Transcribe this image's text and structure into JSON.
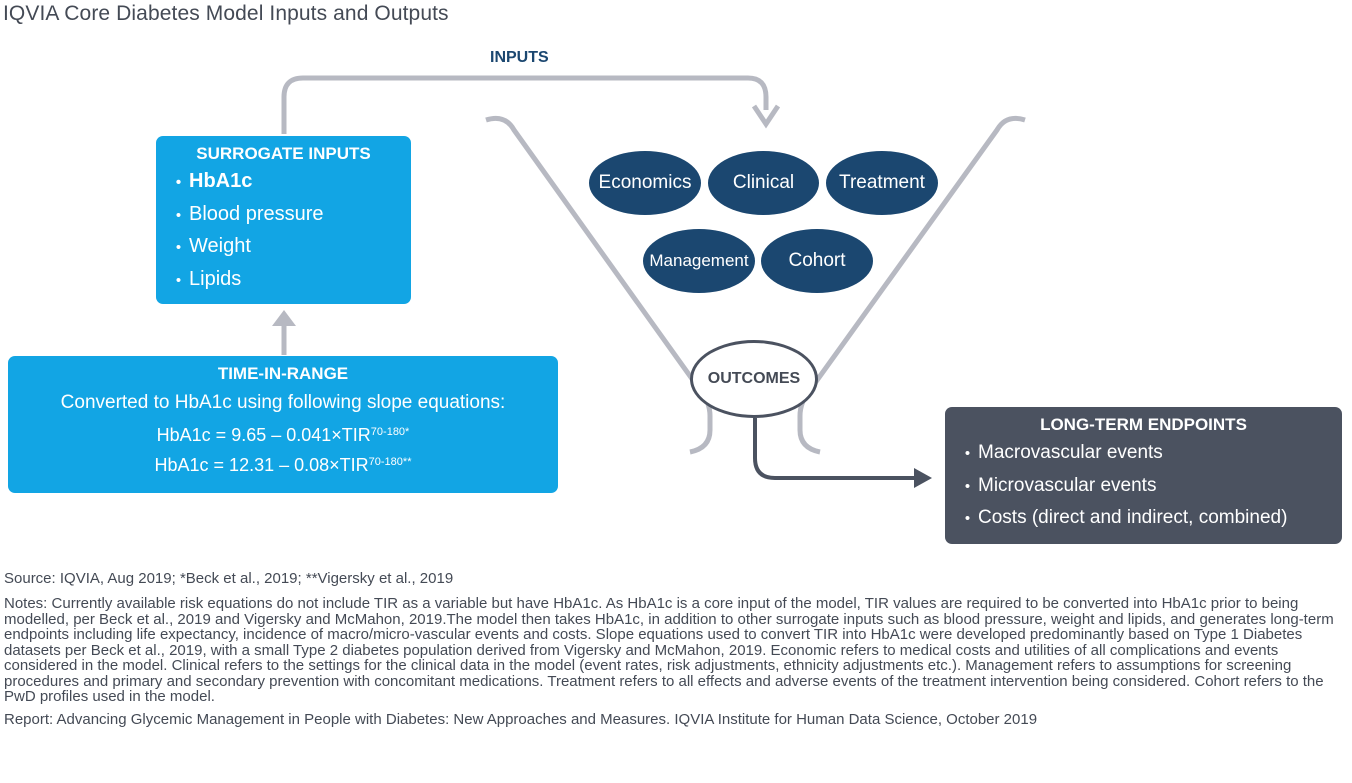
{
  "title": "IQVIA Core Diabetes Model Inputs and Outputs",
  "inputs_label": "INPUTS",
  "surrogate": {
    "heading": "SURROGATE INPUTS",
    "items": [
      "HbA1c",
      "Blood pressure",
      "Weight",
      "Lipids"
    ]
  },
  "time_in_range": {
    "heading": "TIME-IN-RANGE",
    "subtitle": "Converted to HbA1c using following slope equations:",
    "eq1": "HbA1c = 9.65 – 0.041×TIR",
    "eq1_sup": "70-180*",
    "eq2": "HbA1c = 12.31 – 0.08×TIR",
    "eq2_sup": "70-180**"
  },
  "inputs": [
    "Economics",
    "Clinical",
    "Treatment",
    "Management",
    "Cohort"
  ],
  "outcomes_label": "OUTCOMES",
  "endpoints": {
    "heading": "LONG-TERM ENDPOINTS",
    "items": [
      "Macrovascular events",
      "Microvascular events",
      "Costs (direct and indirect, combined)"
    ]
  },
  "source": "Source: IQVIA, Aug 2019; *Beck et al., 2019; **Vigersky et al., 2019",
  "notes": "Notes: Currently available risk equations do not include TIR as a variable but have HbA1c. As HbA1c is a core input of the model, TIR values are required to be converted into HbA1c prior to being modelled, per Beck et al., 2019 and Vigersky and McMahon, 2019.The model then takes HbA1c, in addition to other surrogate inputs such as blood pressure, weight and lipids, and generates long-term endpoints including life expectancy, incidence of macro/micro-vascular events and costs. Slope equations used to convert TIR into HbA1c were developed predominantly based on Type 1 Diabetes datasets per Beck et al., 2019, with a small Type 2 diabetes population derived from Vigersky and McMahon, 2019. Economic refers to medical costs and utilities of all complications and events considered in the model. Clinical refers to the settings for the clinical data in the model (event rates, risk adjustments, ethnicity adjustments etc.). Management refers to assumptions for screening procedures and primary and secondary prevention with concomitant medications. Treatment refers to all effects and adverse events of the treatment intervention being considered. Cohort refers to the PwD profiles used in the model.",
  "report": "Report: Advancing Glycemic Management in People with Diabetes: New Approaches and Measures. IQVIA Institute for Human Data Science, October 2019",
  "colors": {
    "light_blue": "#12a5e4",
    "navy": "#1b4770",
    "slate": "#4b5260",
    "arrow_gray": "#b7b9c2"
  }
}
